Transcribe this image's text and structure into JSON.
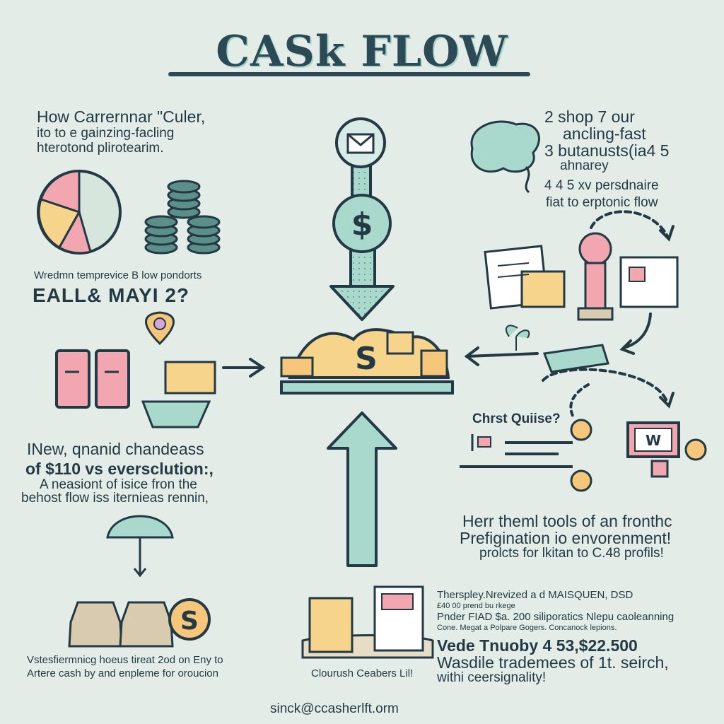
{
  "title": "CASk FLOW",
  "intro": {
    "line1": "How Carrernnar \"Culer,",
    "line2": "ito to e gainzing-facling",
    "line3": "hterotond plirotearim."
  },
  "left_mid": {
    "small": "Wredmn temprevice B low pondorts",
    "big": "EALL& MAYI 2?"
  },
  "left_lower": {
    "line1": "INew, qnanid chandeass",
    "line2": "of $110 vs eversclution:,",
    "line3": "A neasiont of isice fron the",
    "line4": "behost flow iss iternieas rennin,"
  },
  "bottom_left": {
    "line1": "Vstesfiermnicg hoeus tireat 2od on Eny to",
    "line2": "Artere cash by and enpleme for oroucion"
  },
  "right_top": {
    "line1": "2 shop 7 our",
    "line2": "ancling-fast",
    "line3": "3 butanusts(ia4 5",
    "line4": "ahnarey",
    "line5": "4 4 5 xv persdnaire",
    "line6": "fiat to erptonic flow"
  },
  "right_mid": {
    "label": "Chrst Quiise?",
    "line1": "Herr theml tools of an fronthc",
    "line2": "Prefigination io envorenment!",
    "line3": "prolcts for lkitan to C.48 profils!"
  },
  "bottom_center_caption": "Clourush Ceabers Lil!",
  "bottom_right": {
    "line1": "Therspley.Nrevized a d MAISQUEN, DSD",
    "line2": "£40 00 prend bu rkege",
    "line3": "Pnder FIAD $a. 200 siliporatics Nlepu caoleanning",
    "line4": "Cone. Megat a Polpare Gogers. Concanock lepions.",
    "line5": "Vede Tnuoby 4 53,$22.500",
    "line6": "Wasdile trademees of 1t. seirch,",
    "line7": "withi ceersignality!"
  },
  "footer_email": "sinck@ccasherlft.orm",
  "colors": {
    "ink": "#233a44",
    "mint": "#a9d8cc",
    "pink": "#f2a6b0",
    "cream": "#f6d48c",
    "background": "#e4ece7"
  },
  "icons": [
    "envelope-icon",
    "dollar-coin-icon",
    "pie-chart-icon",
    "coin-stack-icon",
    "map-pin-icon",
    "umbrella-icon",
    "money-bag-icon",
    "document-icon",
    "piggy-bank-icon",
    "brain-icon"
  ]
}
